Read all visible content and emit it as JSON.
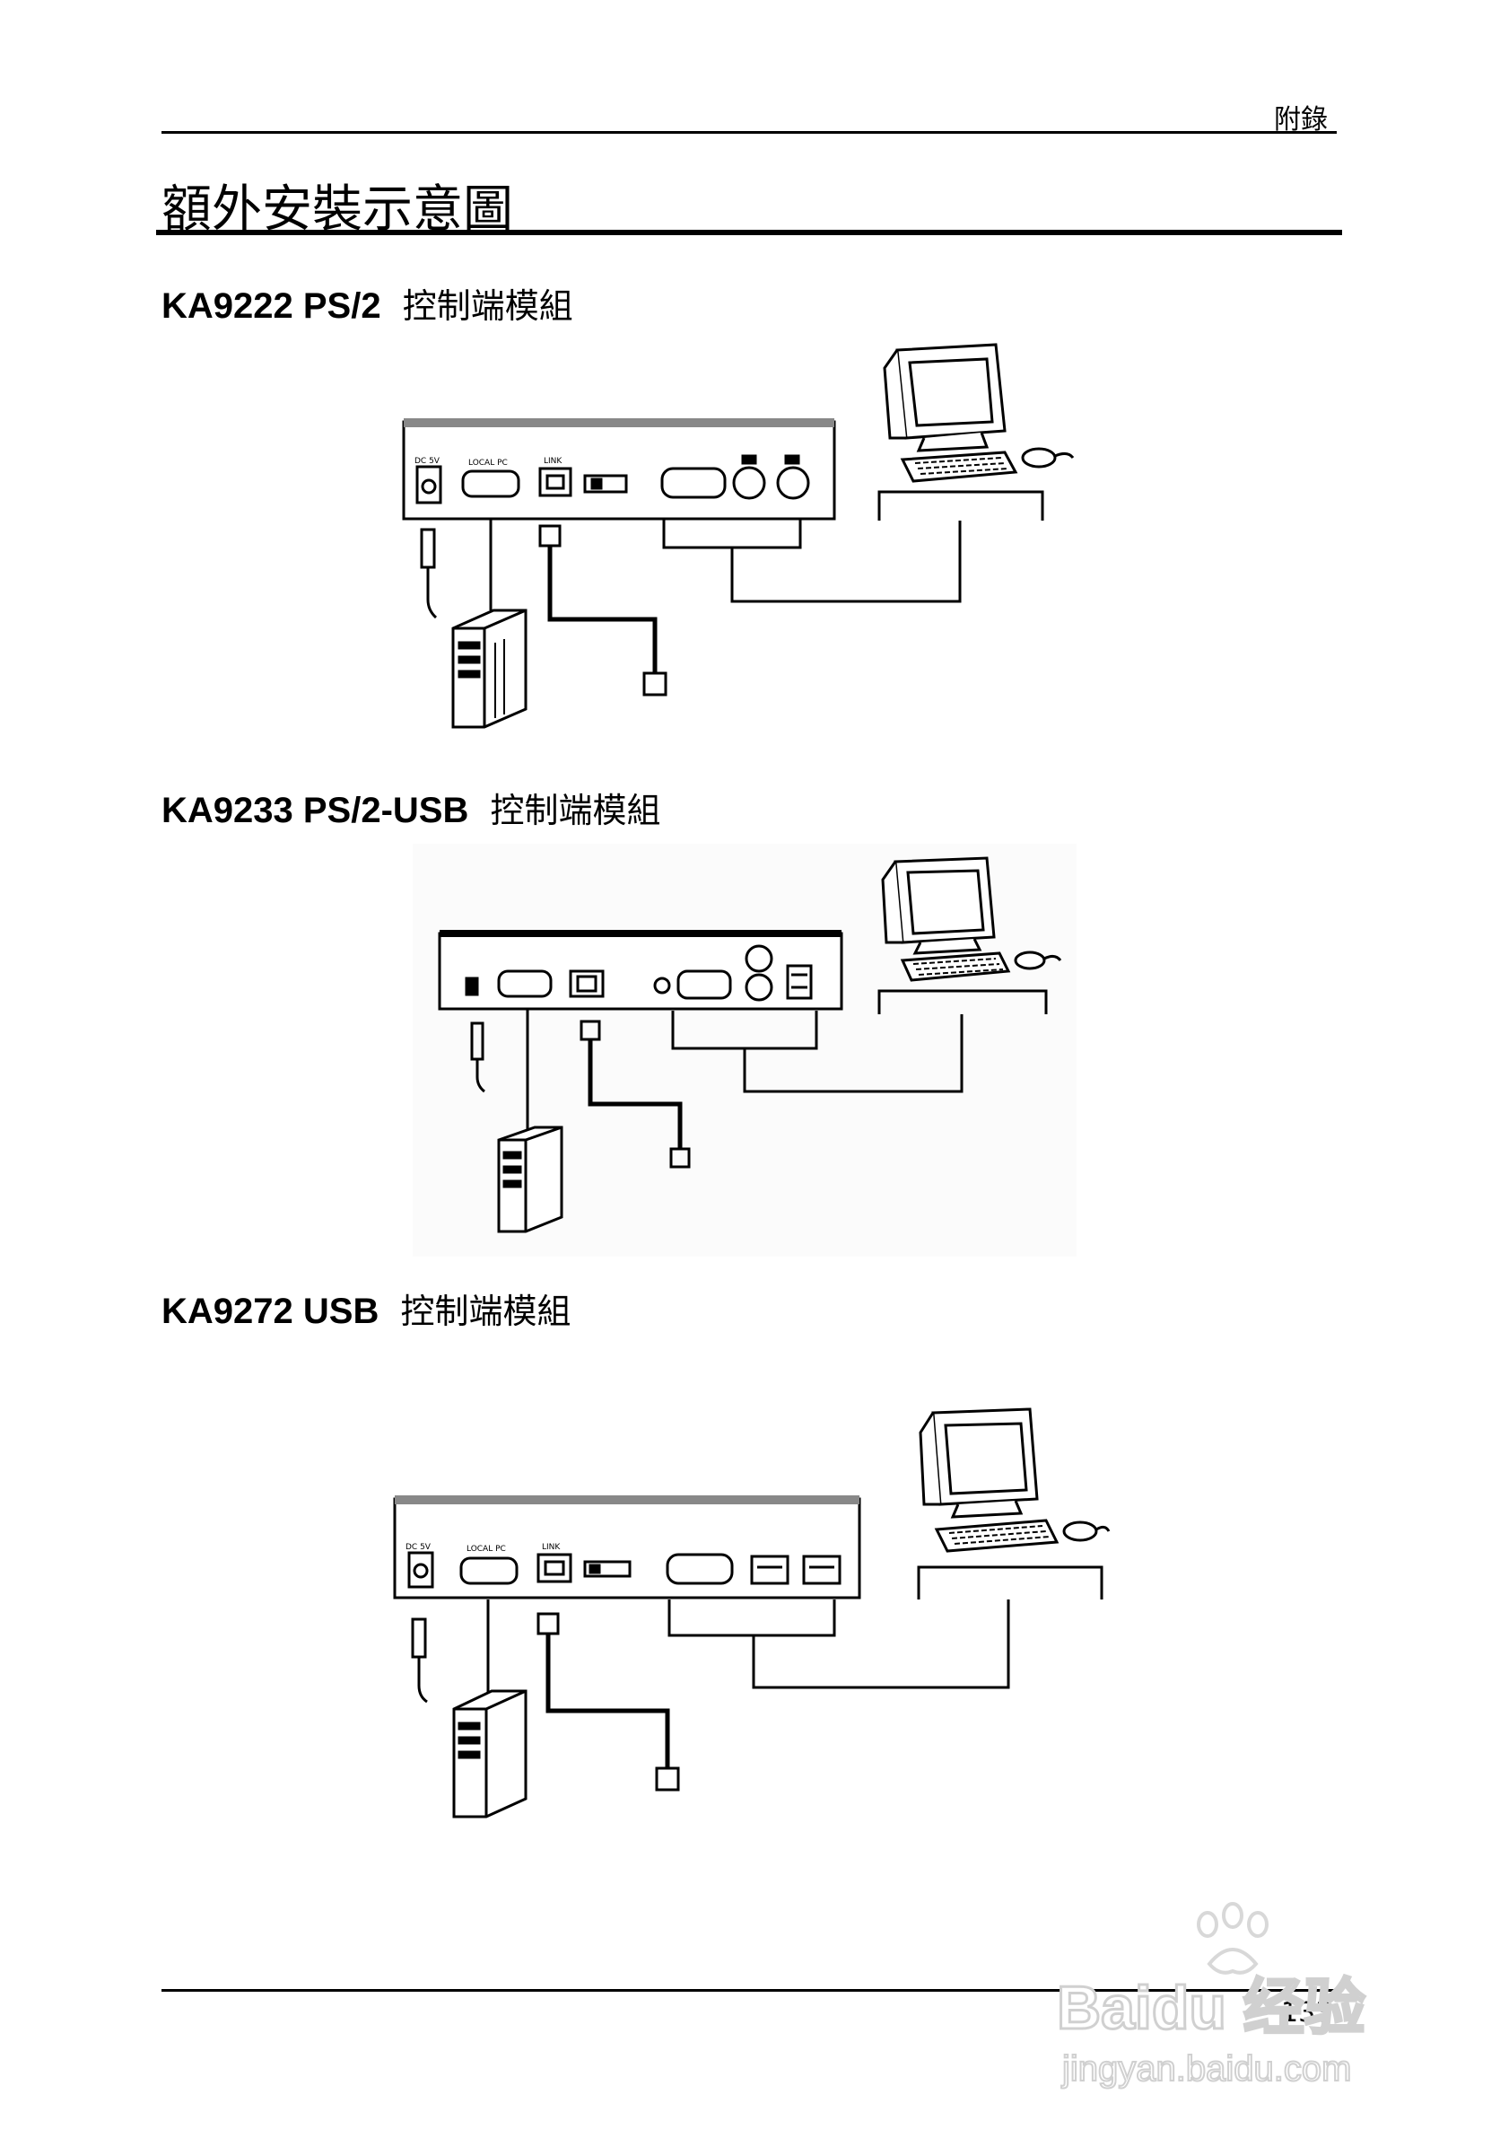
{
  "header": {
    "running_head": "附錄"
  },
  "title": "額外安裝示意圖",
  "sections": [
    {
      "model": "KA9222 PS/2",
      "suffix": "控制端模組"
    },
    {
      "model": "KA9233 PS/2-USB",
      "suffix": "控制端模組"
    },
    {
      "model": "KA9272 USB",
      "suffix": "控制端模組"
    }
  ],
  "diagram_labels": {
    "dc": "DC 5V",
    "local_pc": "LOCAL PC",
    "link": "LINK"
  },
  "footer": {
    "page_number": "133"
  },
  "watermark": {
    "line1": "Baidu 经验",
    "line2": "jingyan.baidu.com"
  }
}
